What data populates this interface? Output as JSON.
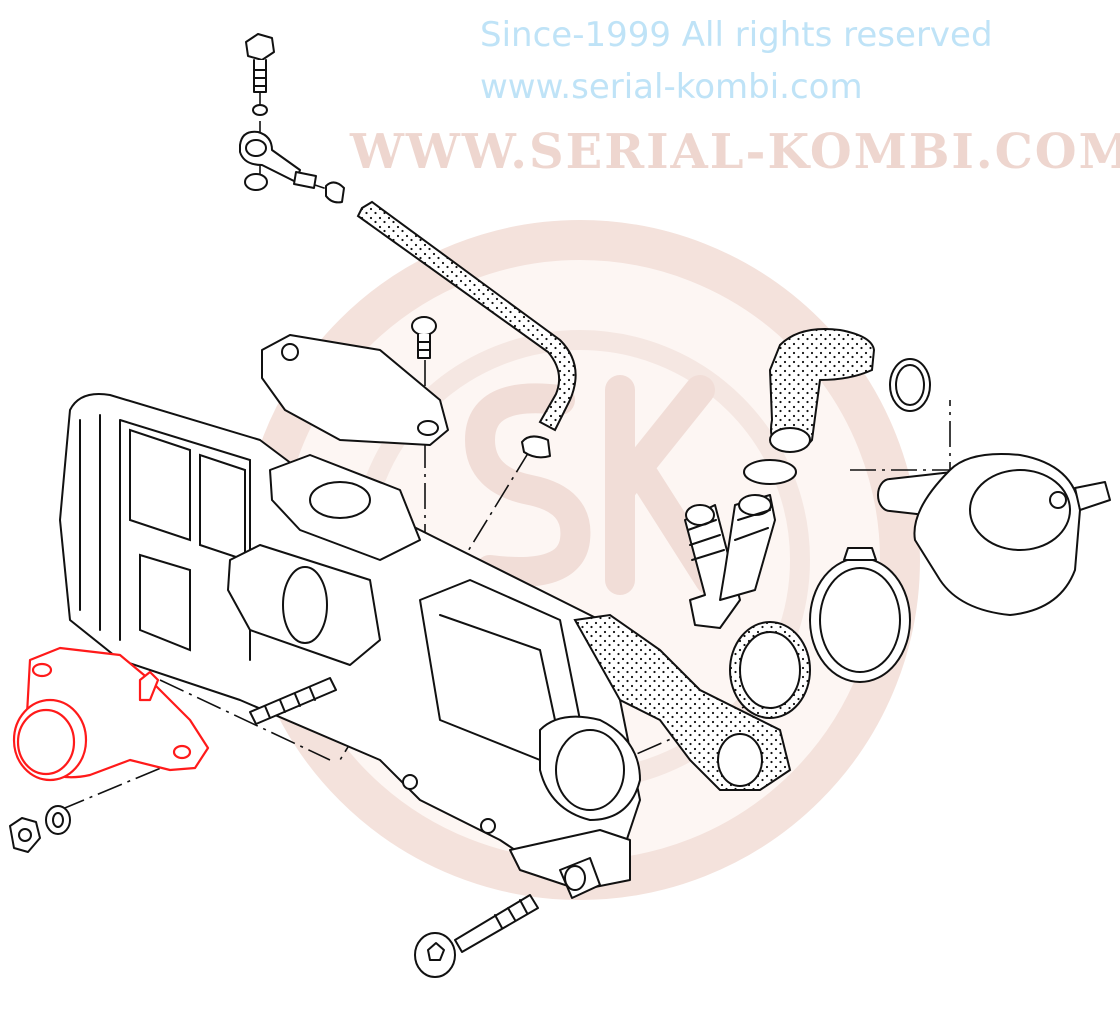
{
  "diagram": {
    "title": "Coolant flange / intake manifold exploded view",
    "highlight_color": "#ff1a1a",
    "line_color": "#111111",
    "highlighted_part": "coolant-flange"
  },
  "watermark": {
    "url_small": "www.serial-kombi.com",
    "since": "Since-1999 All rights reserved",
    "url_big": "WWW.SERIAL-KOMBI.COM",
    "logo_letters": "SK"
  }
}
